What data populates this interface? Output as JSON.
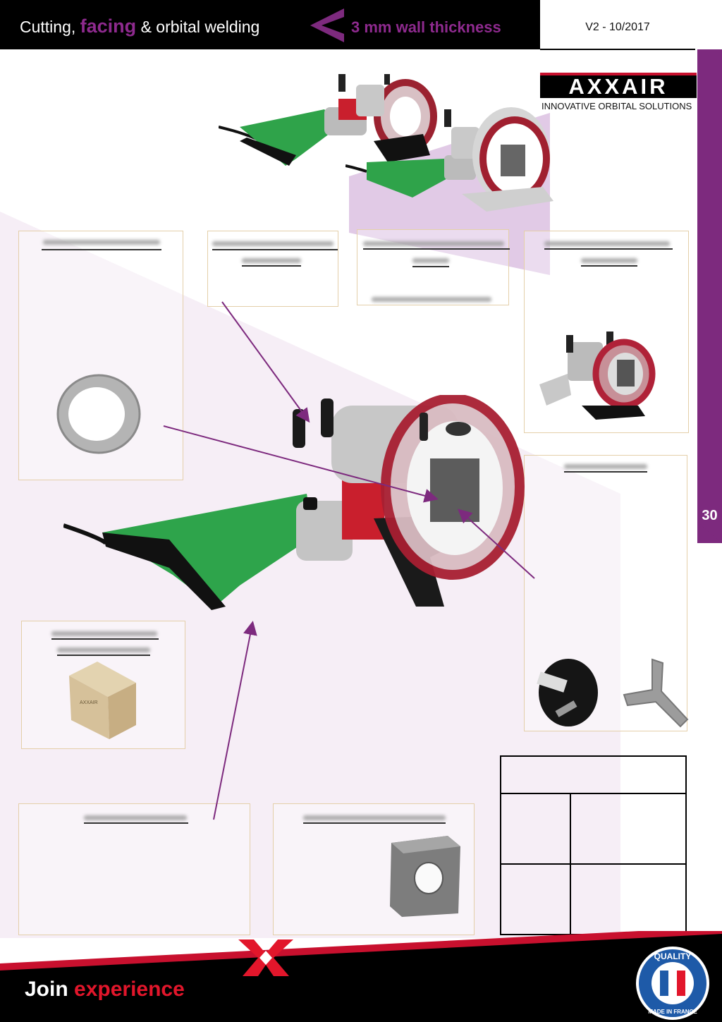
{
  "header": {
    "title_part1": "Cutting,",
    "title_highlight": "facing",
    "title_part2": "& orbital welding",
    "tag": "3  mm wall thickness",
    "version": "V2 - 10/2017"
  },
  "brand": {
    "logo": "AXXAIR",
    "tagline": "INNOVATIVE ORBITAL SOLUTIONS",
    "footer_join": "Join",
    "footer_experience": "experience",
    "quality_badge": "QUALITY MADE IN FRANCE"
  },
  "page_number": "30",
  "colors": {
    "accent_purple": "#7d2a7e",
    "brand_red": "#e2162b",
    "panel_border": "#e4cfa9",
    "header_black": "#000000"
  },
  "icons": [
    "chevron-left-icon",
    "axxair-x-logo-icon",
    "quality-seal-icon"
  ]
}
